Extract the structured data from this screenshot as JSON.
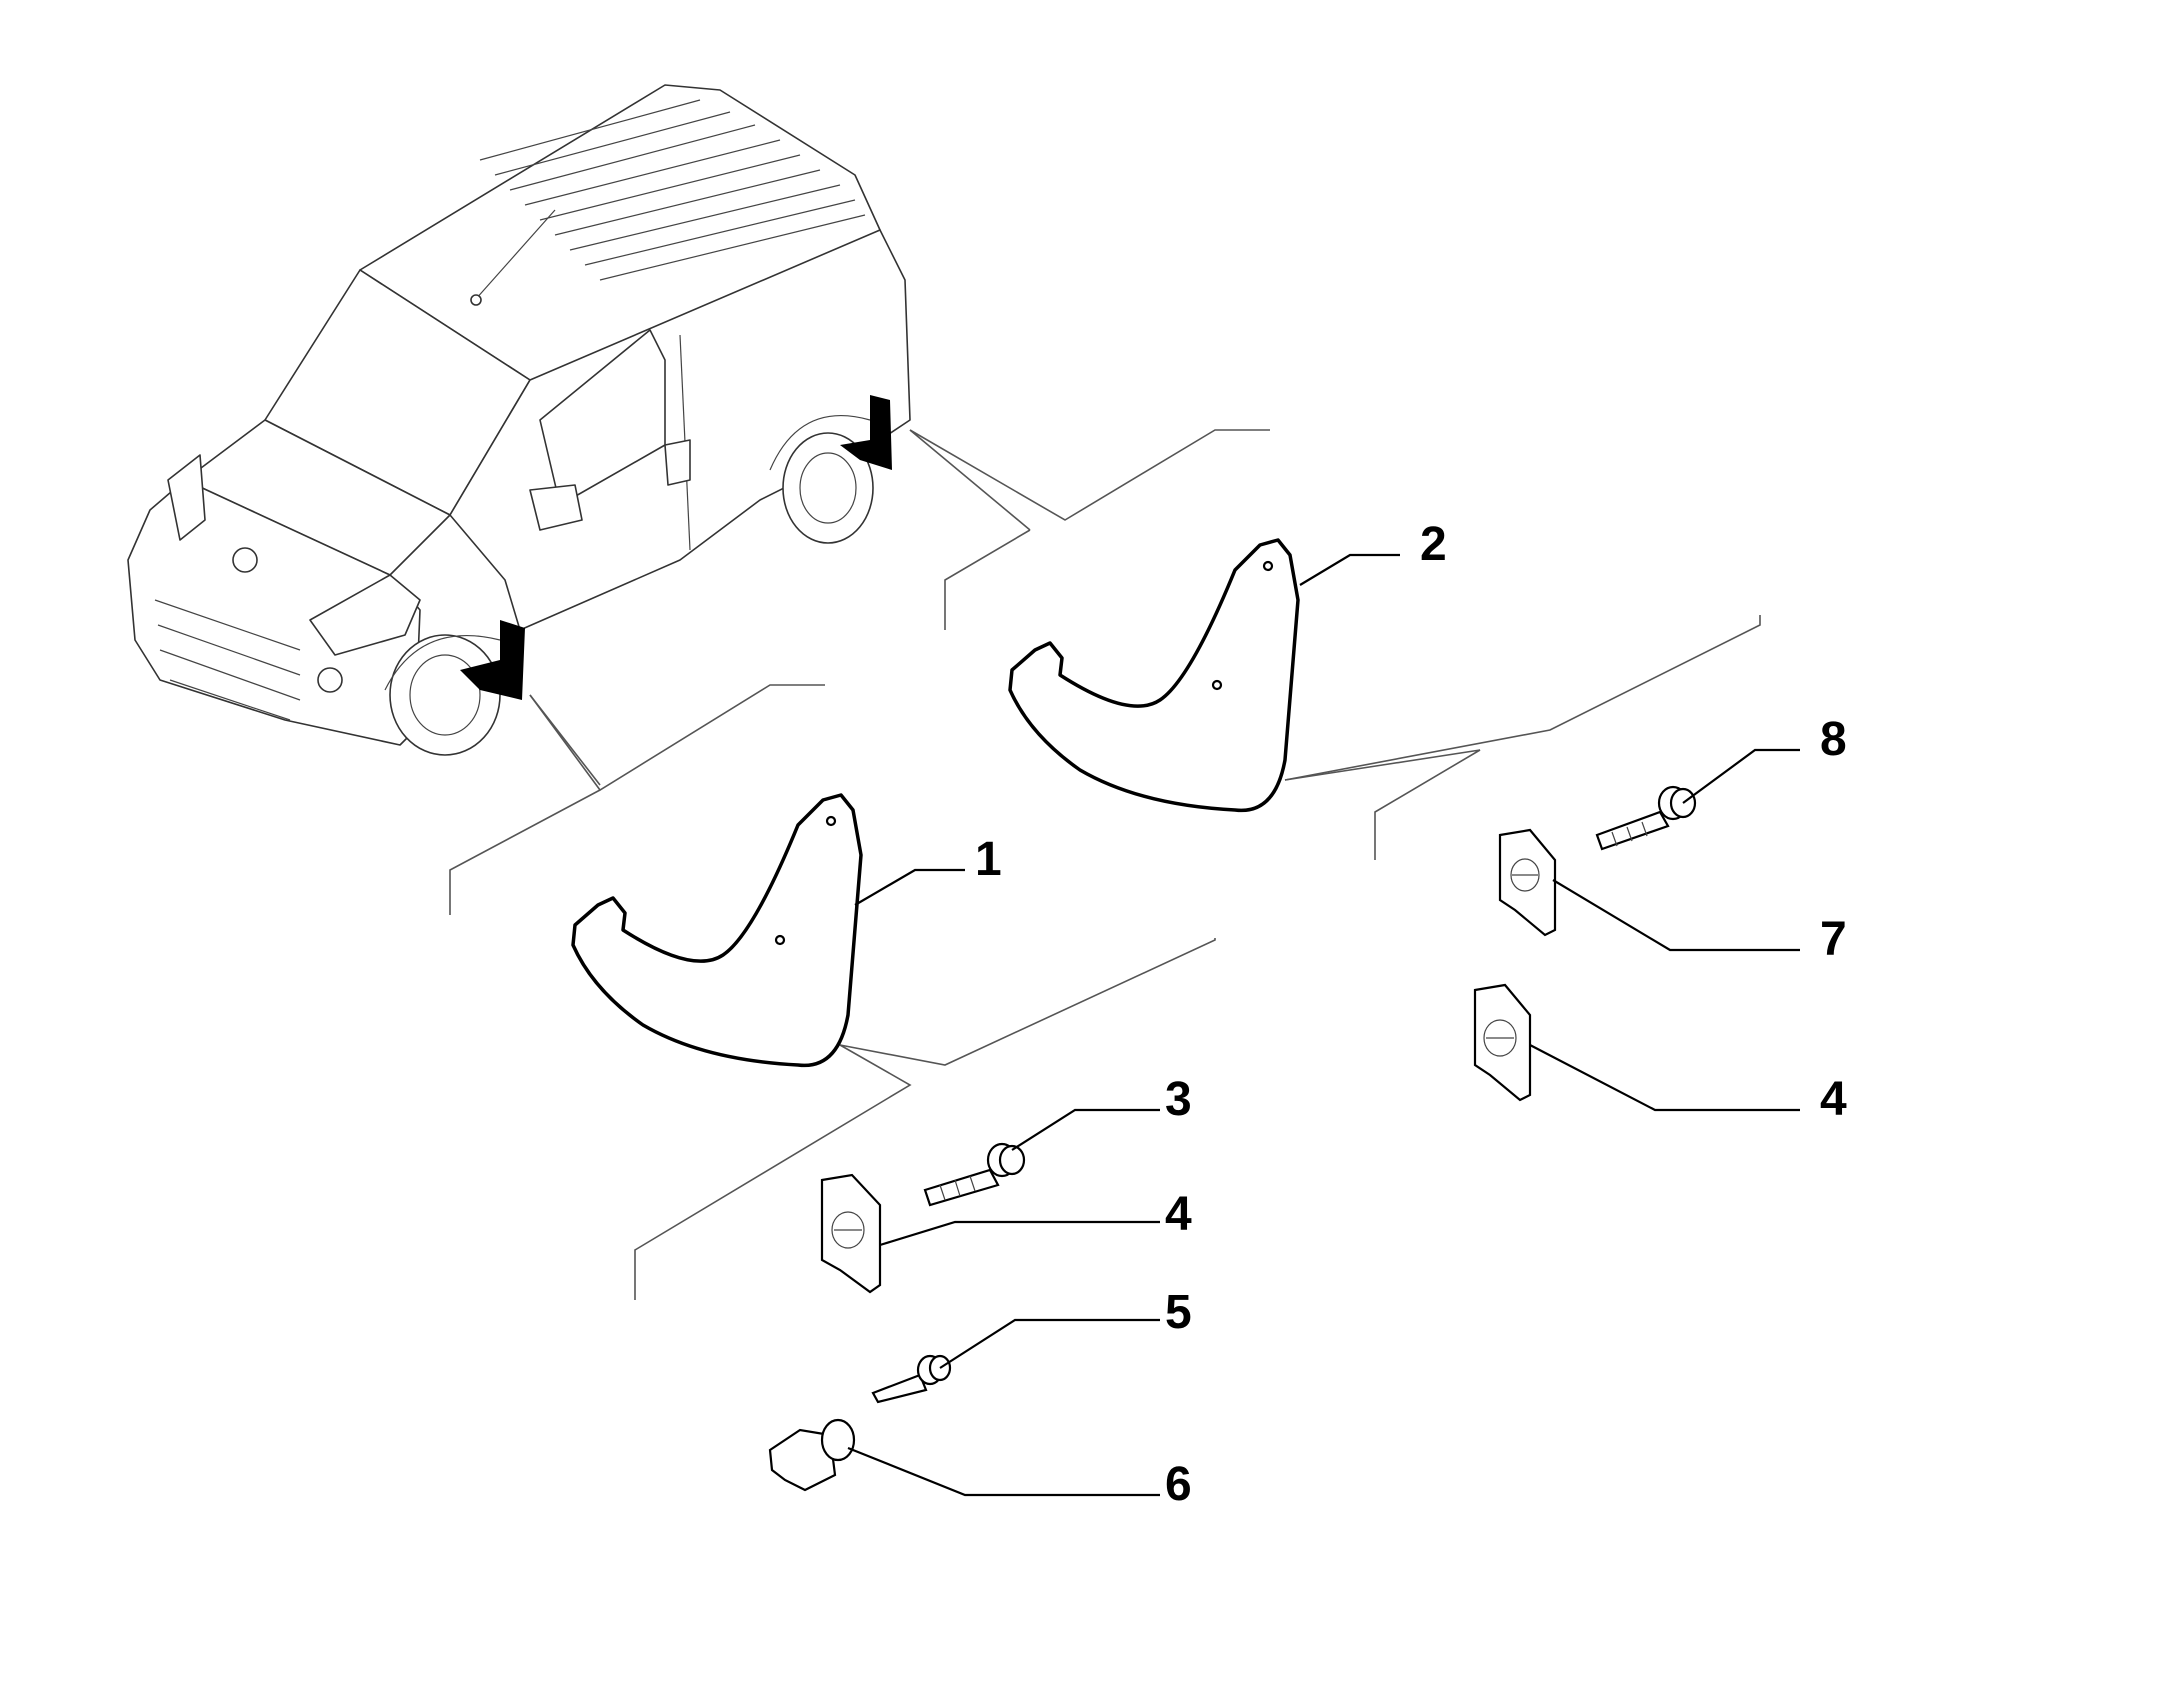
{
  "diagram": {
    "type": "exploded-parts-view",
    "stroke_color": "#000000",
    "background": "#ffffff",
    "callouts": [
      {
        "id": "c1",
        "number": "1",
        "part": "front-mud-flap"
      },
      {
        "id": "c2",
        "number": "2",
        "part": "rear-mud-flap"
      },
      {
        "id": "c3",
        "number": "3",
        "part": "flange-bolt"
      },
      {
        "id": "c4a",
        "number": "4",
        "part": "clip-nut-front"
      },
      {
        "id": "c5",
        "number": "5",
        "part": "self-tapping-screw"
      },
      {
        "id": "c6",
        "number": "6",
        "part": "plastic-rivet"
      },
      {
        "id": "c7",
        "number": "7",
        "part": "clip-nut"
      },
      {
        "id": "c8",
        "number": "8",
        "part": "flange-bolt-rear"
      },
      {
        "id": "c4b",
        "number": "4",
        "part": "clip-nut-rear"
      }
    ]
  }
}
